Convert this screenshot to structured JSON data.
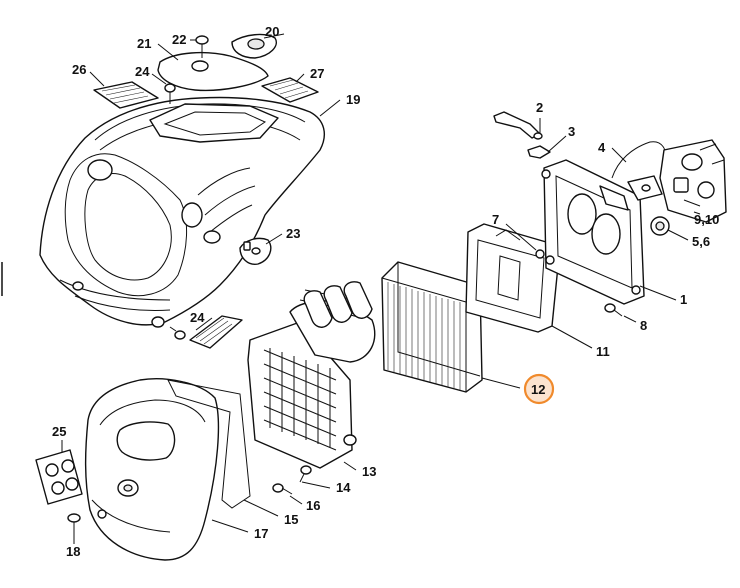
{
  "diagram": {
    "labels": {
      "p1": "1",
      "p2": "2",
      "p3": "3",
      "p4": "4",
      "p5_6": "5,6",
      "p7": "7",
      "p8": "8",
      "p9_10": "9,10",
      "p11": "11",
      "p12": "12",
      "p13": "13",
      "p14": "14",
      "p15": "15",
      "p16": "16",
      "p17": "17",
      "p18": "18",
      "p19": "19",
      "p20": "20",
      "p21": "21",
      "p22": "22",
      "p23": "23",
      "p24a": "24",
      "p24b": "24",
      "p25": "25",
      "p26": "26",
      "p27": "27"
    },
    "highlighted_part": "12",
    "colors": {
      "highlight_ring": "#f08a2c",
      "highlight_fill": "#fbe3cf",
      "line": "#111111"
    }
  }
}
